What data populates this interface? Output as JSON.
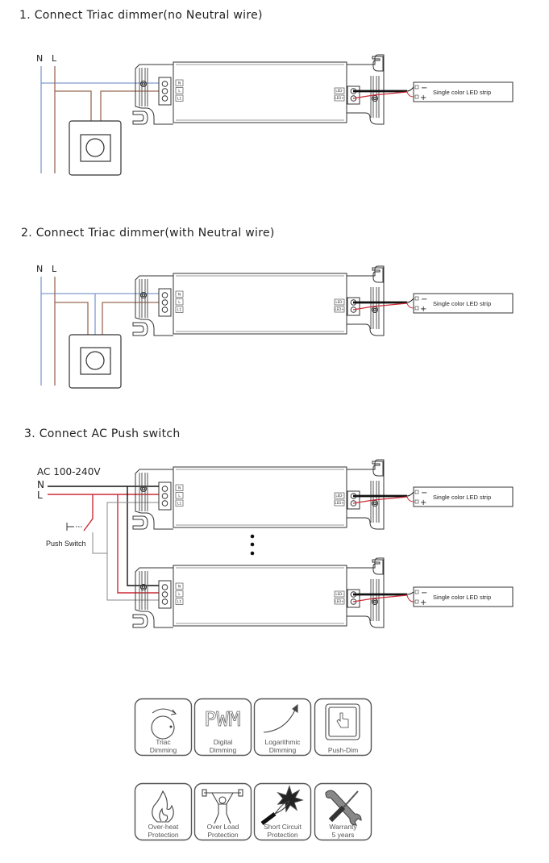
{
  "sections": [
    {
      "title": "1. Connect Triac dimmer(no Neutral wire)",
      "n_label": "N",
      "l_label": "L"
    },
    {
      "title": "2. Connect Triac dimmer(with Neutral wire)",
      "n_label": "N",
      "l_label": "L"
    },
    {
      "title": "3. Connect AC Push switch",
      "supply_label": "AC 100-240V",
      "n_label": "N",
      "l_label": "L",
      "switch_label": "Push Switch"
    }
  ],
  "driver": {
    "input_labels": [
      "N",
      "L",
      "L1"
    ],
    "output_labels": [
      "LED-",
      "LED+"
    ]
  },
  "led_strip": {
    "label": "Single color LED strip",
    "minus": "−",
    "plus": "+"
  },
  "colors": {
    "neutral_blue": "#7f9ccc",
    "live_brown": "#9a6a55",
    "live_red": "#cc2a36",
    "neutral_black": "#111111",
    "switched_gray": "#888888"
  },
  "features": [
    {
      "icon": "triac-knob-icon",
      "line1": "Triac",
      "line2": "Dimming"
    },
    {
      "icon": "pwm-icon",
      "line1": "Digital",
      "line2": "Dimming",
      "glyph": "PWM"
    },
    {
      "icon": "logarithmic-curve-icon",
      "line1": "Logarithmic",
      "line2": "Dimming"
    },
    {
      "icon": "push-button-icon",
      "line1": "",
      "line2": "Push-Dim"
    },
    {
      "icon": "flame-icon",
      "line1": "Over-heat",
      "line2": "Protection"
    },
    {
      "icon": "weightlifter-icon",
      "line1": "Over Load",
      "line2": "Protection"
    },
    {
      "icon": "spark-icon",
      "line1": "Short Circuit",
      "line2": "Protection"
    },
    {
      "icon": "tools-icon",
      "line1": "Warranty",
      "line2": "5 years"
    }
  ]
}
